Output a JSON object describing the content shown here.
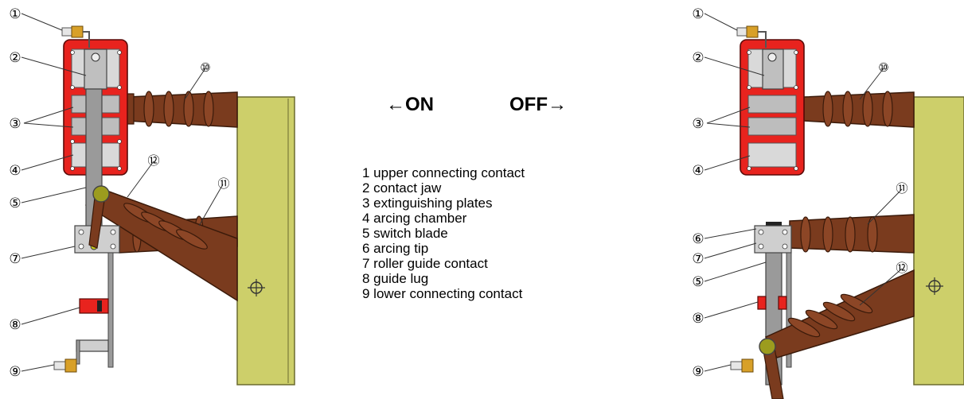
{
  "state_labels": {
    "on": "←ON",
    "off": "OFF→"
  },
  "legend": [
    "1 upper connecting contact",
    "2 contact jaw",
    "3 extinguishing plates",
    "4 arcing chamber",
    "5 switch blade",
    "6 arcing tip",
    "7 roller guide contact",
    "8 guide lug",
    "9 lower connecting contact"
  ],
  "left_callouts": [
    "①",
    "②",
    "③",
    "④",
    "⑤",
    "⑦",
    "⑧",
    "⑨",
    "⑩",
    "⑪",
    "⑫"
  ],
  "right_callouts": [
    "①",
    "②",
    "③",
    "④",
    "⑤",
    "⑥",
    "⑦",
    "⑧",
    "⑨",
    "⑩",
    "⑪",
    "⑫"
  ],
  "colors": {
    "insulator": "#7a3b1e",
    "insulator_dark": "#4a2210",
    "chamber": "#e8231e",
    "plates": "#c8c8c8",
    "blade": "#9a9a9a",
    "frame": "#cdcf6a",
    "brass": "#d8a028",
    "roller": "#9c9c1e"
  }
}
